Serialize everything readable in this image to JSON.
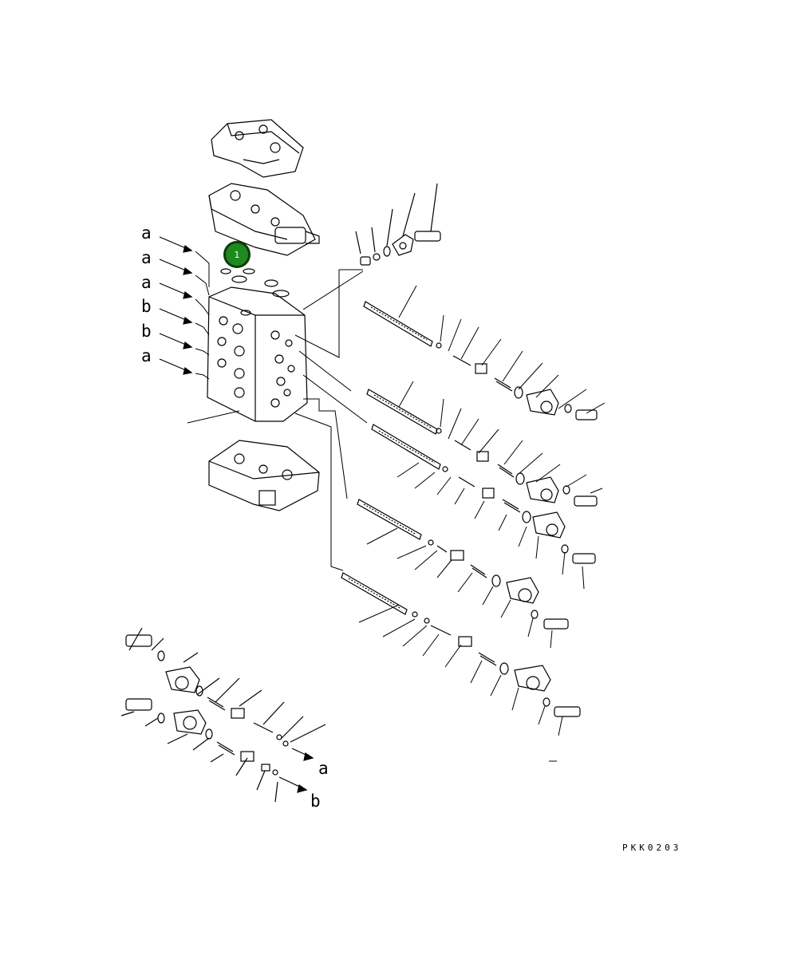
{
  "drawing": {
    "code": "PKK0203",
    "callout": "1",
    "left_labels": [
      "a",
      "a",
      "a",
      "b",
      "b",
      "a"
    ],
    "end_labels": [
      "a",
      "b"
    ]
  },
  "colors": {
    "callout_fill": "#1f8a1f",
    "callout_ring": "#0b3d0b",
    "line": "#000000"
  }
}
